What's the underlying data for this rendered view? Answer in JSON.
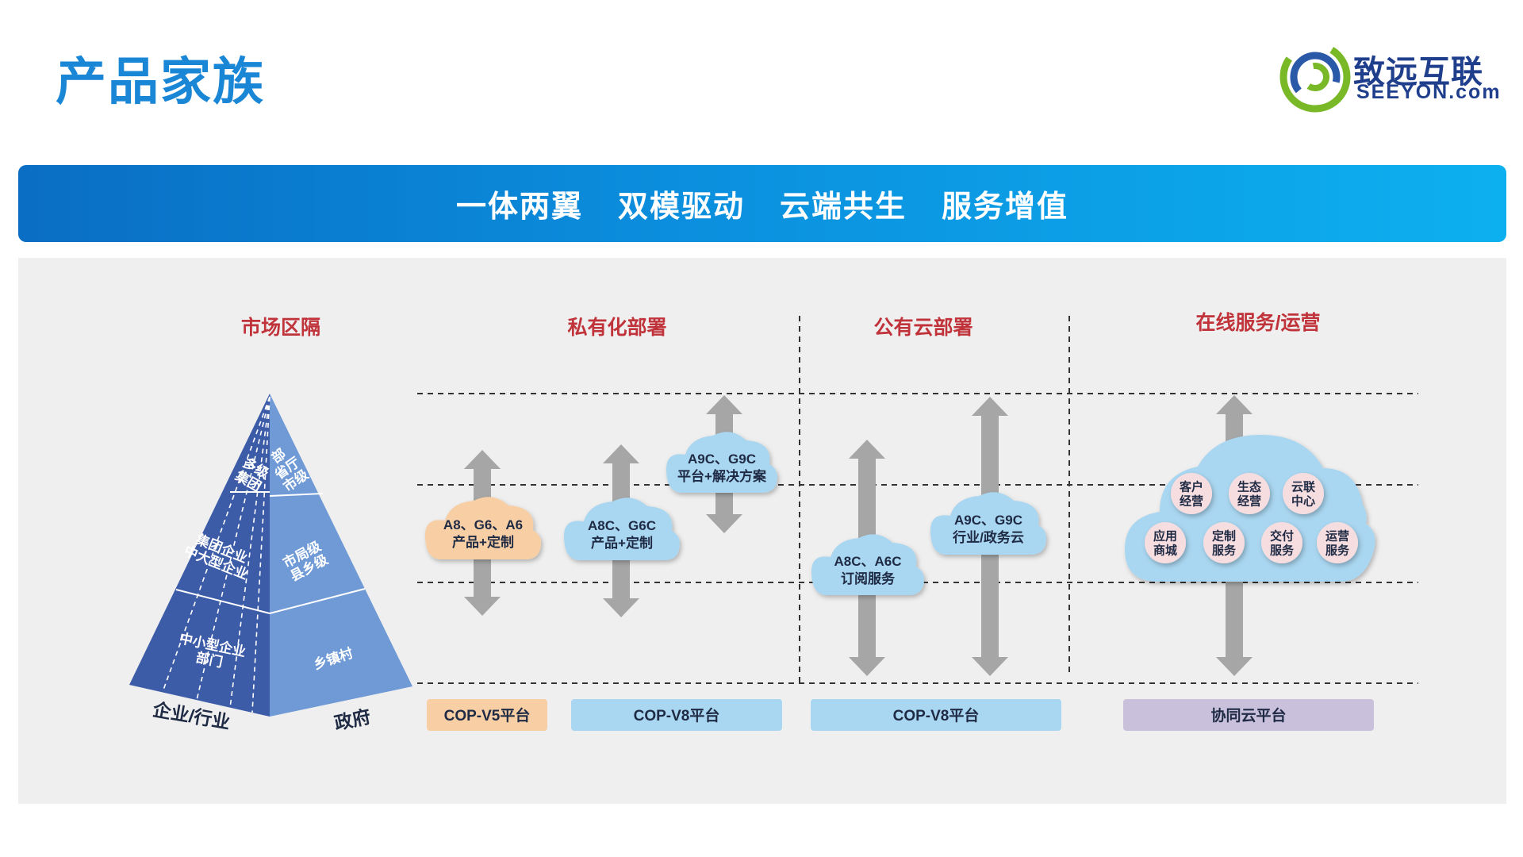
{
  "title": "产品家族",
  "logo": {
    "cn": "致远互联",
    "en": "SEEYON.com",
    "colors": {
      "green": "#79b928",
      "blue": "#2a59a8"
    }
  },
  "banner": {
    "slogans": [
      "一体两翼",
      "双模驱动",
      "云端共生",
      "服务增值"
    ]
  },
  "sections": {
    "market": "市场区隔",
    "private": "私有化部署",
    "public": "公有云部署",
    "online": "在线服务/运营"
  },
  "pyramid": {
    "left_base": "企业/行业",
    "right_base": "政府",
    "left_tiers": [
      {
        "lines": [
          "多级",
          "集团"
        ]
      },
      {
        "lines": [
          "集团企业",
          "中大型企业"
        ]
      },
      {
        "lines": [
          "中小型企业",
          "部门"
        ]
      }
    ],
    "right_tiers": [
      {
        "lines": [
          "部",
          "省厅",
          "市级"
        ]
      },
      {
        "lines": [
          "市局级",
          "县乡级"
        ]
      },
      {
        "lines": [
          "乡镇村"
        ]
      }
    ],
    "colors": {
      "left": "#3d5ca8",
      "right": "#6f9ad6"
    }
  },
  "clouds": [
    {
      "id": "a8",
      "lines": [
        "A8、G6、A6",
        "产品+定制"
      ],
      "color": "#f8cfa4"
    },
    {
      "id": "a8c",
      "lines": [
        "A8C、G6C",
        "产品+定制"
      ],
      "color": "#a9d6f0"
    },
    {
      "id": "a9c",
      "lines": [
        "A9C、G9C",
        "平台+解决方案"
      ],
      "color": "#a9d6f0"
    },
    {
      "id": "a8c-pub",
      "lines": [
        "A8C、A6C",
        "订阅服务"
      ],
      "color": "#a9d6f0"
    },
    {
      "id": "a9c-pub",
      "lines": [
        "A9C、G9C",
        "行业/政务云"
      ],
      "color": "#a9d6f0"
    }
  ],
  "service_cloud": {
    "items": [
      [
        "客户",
        "经营"
      ],
      [
        "生态",
        "经营"
      ],
      [
        "云联",
        "中心"
      ],
      [
        "应用",
        "商城"
      ],
      [
        "定制",
        "服务"
      ],
      [
        "交付",
        "服务"
      ],
      [
        "运营",
        "服务"
      ]
    ],
    "color": "#a9d6f0",
    "bubble_color": "#f6dde0"
  },
  "platforms": [
    {
      "label": "COP-V5平台",
      "color": "#f8cfa4"
    },
    {
      "label": "COP-V8平台",
      "color": "#a9d6f0"
    },
    {
      "label": "COP-V8平台",
      "color": "#a9d6f0"
    },
    {
      "label": "协同云平台",
      "color": "#c9c0dc"
    }
  ],
  "colors": {
    "title": "#1a86d6",
    "section_title": "#c0333a",
    "arrow": "#a6a6a6",
    "text_dark": "#1f2a44"
  }
}
